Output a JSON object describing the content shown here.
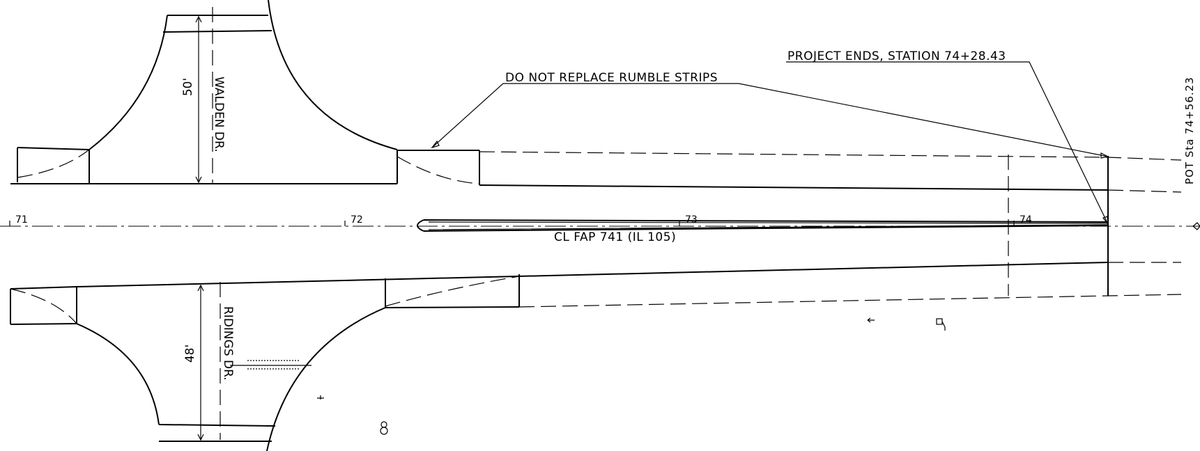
{
  "labels": {
    "rumble_note": "DO NOT REPLACE RUMBLE STRIPS",
    "project_end_note": "PROJECT ENDS, STATION 74+28.43",
    "pot_station": "POT Sta 74+56.23",
    "centerline_label": "CL FAP 741 (IL 105)",
    "walden_street": "WALDEN DR.",
    "ridings_street": "RIDINGS DR.",
    "walden_width": "50'",
    "ridings_width": "48'"
  },
  "stations": [
    "71",
    "72",
    "73",
    "74"
  ],
  "colors": {
    "ink": "#000000",
    "background": "#ffffff"
  }
}
